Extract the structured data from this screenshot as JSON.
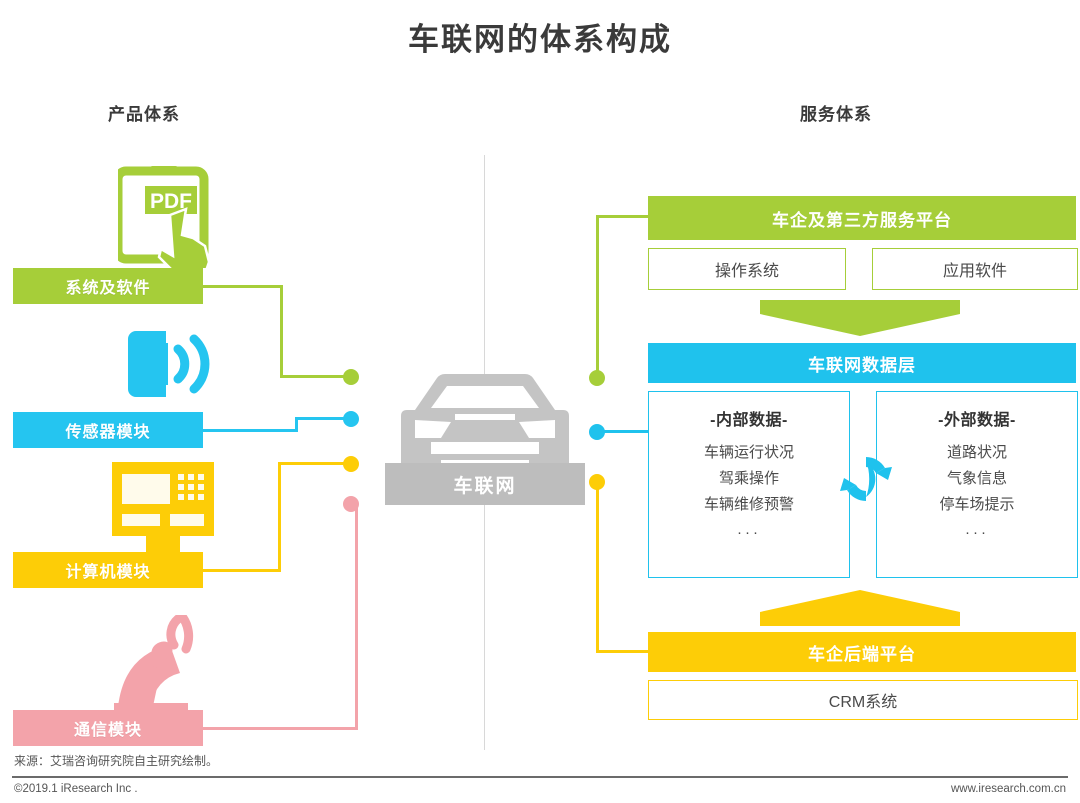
{
  "title": "车联网的体系构成",
  "columns": {
    "left_header": "产品体系",
    "right_header": "服务体系"
  },
  "center": {
    "car_label": "车联网",
    "car_icon": "car-silhouette-icon"
  },
  "product_system": {
    "modules": [
      {
        "label": "系统及软件",
        "color": "#A6CE39",
        "icon": "tablet-pdf-hand-icon"
      },
      {
        "label": "传感器模块",
        "color": "#25C5F0",
        "icon": "signal-wave-icon"
      },
      {
        "label": "计算机模块",
        "color": "#FDCD07",
        "icon": "computer-terminal-icon"
      },
      {
        "label": "通信模块",
        "color": "#F3A3AA",
        "icon": "satellite-dish-icon"
      }
    ],
    "pdf_icon_text": "PDF"
  },
  "service_system": {
    "platform": {
      "title": "车企及第三方服务平台",
      "color": "#A6CE39",
      "items": [
        "操作系统",
        "应用软件"
      ]
    },
    "data_layer": {
      "title": "车联网数据层",
      "color": "#1FC2ED",
      "internal": {
        "heading": "-内部数据-",
        "items": [
          "车辆运行状况",
          "驾乘操作",
          "车辆维修预警"
        ],
        "ellipsis": "···"
      },
      "external": {
        "heading": "-外部数据-",
        "items": [
          "道路状况",
          "气象信息",
          "停车场提示"
        ],
        "ellipsis": "···"
      },
      "exchange_icon": "sync-exchange-icon"
    },
    "backend": {
      "title": "车企后端平台",
      "color": "#FDCD07",
      "items": [
        "CRM系统"
      ]
    }
  },
  "footer": {
    "source": "来源：艾瑞咨询研究院自主研究绘制。",
    "copyright": "©2019.1 iResearch Inc .",
    "website": "www.iresearch.com.cn"
  }
}
